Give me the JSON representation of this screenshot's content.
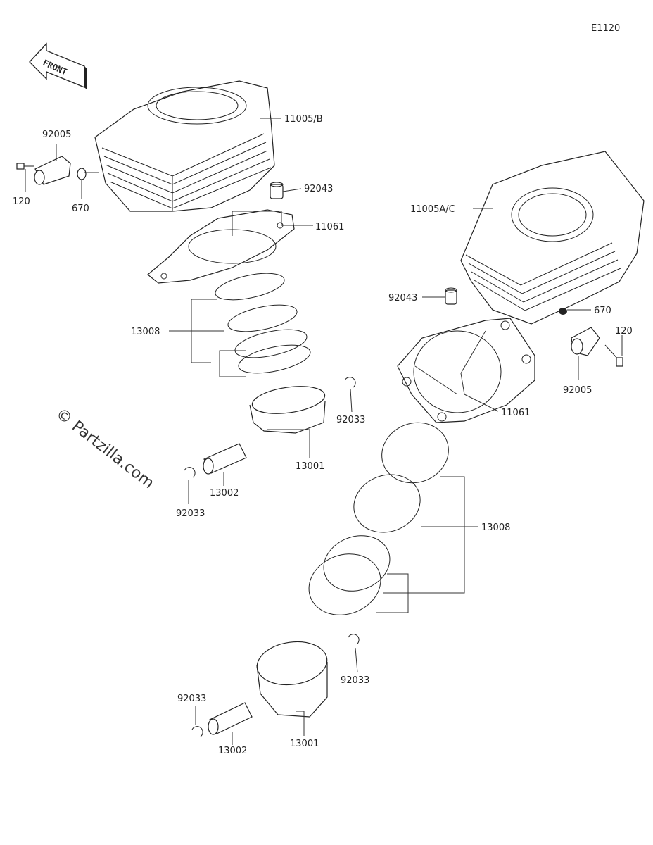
{
  "diagram_code": "E1120",
  "front_arrow_text": "FRONT",
  "watermark": "© Partzilla.com",
  "labels": {
    "l_11005b": "11005/B",
    "l_92005_top": "92005",
    "l_120_top": "120",
    "l_670_top": "670",
    "l_92043_top": "92043",
    "l_11061_top": "11061",
    "l_13008_top": "13008",
    "l_92033_top_right": "92033",
    "l_13001_top": "13001",
    "l_13002_top": "13002",
    "l_92033_top_left": "92033",
    "l_11005ac": "11005A/C",
    "l_92043_right": "92043",
    "l_670_right": "670",
    "l_120_right": "120",
    "l_92005_right": "92005",
    "l_11061_right": "11061",
    "l_13008_right": "13008",
    "l_92033_bottom_right": "92033",
    "l_92033_bottom_left": "92033",
    "l_13002_bottom": "13002",
    "l_13001_bottom": "13001"
  }
}
